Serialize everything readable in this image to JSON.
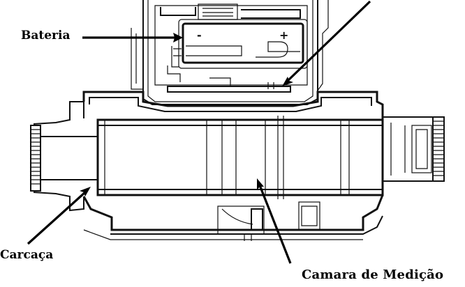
{
  "labels": {
    "bateria": "Bateria",
    "carcaca": "Carcaça",
    "camara": "Camara de Medição"
  },
  "battery": {
    "minus": "-",
    "plus": "+"
  }
}
